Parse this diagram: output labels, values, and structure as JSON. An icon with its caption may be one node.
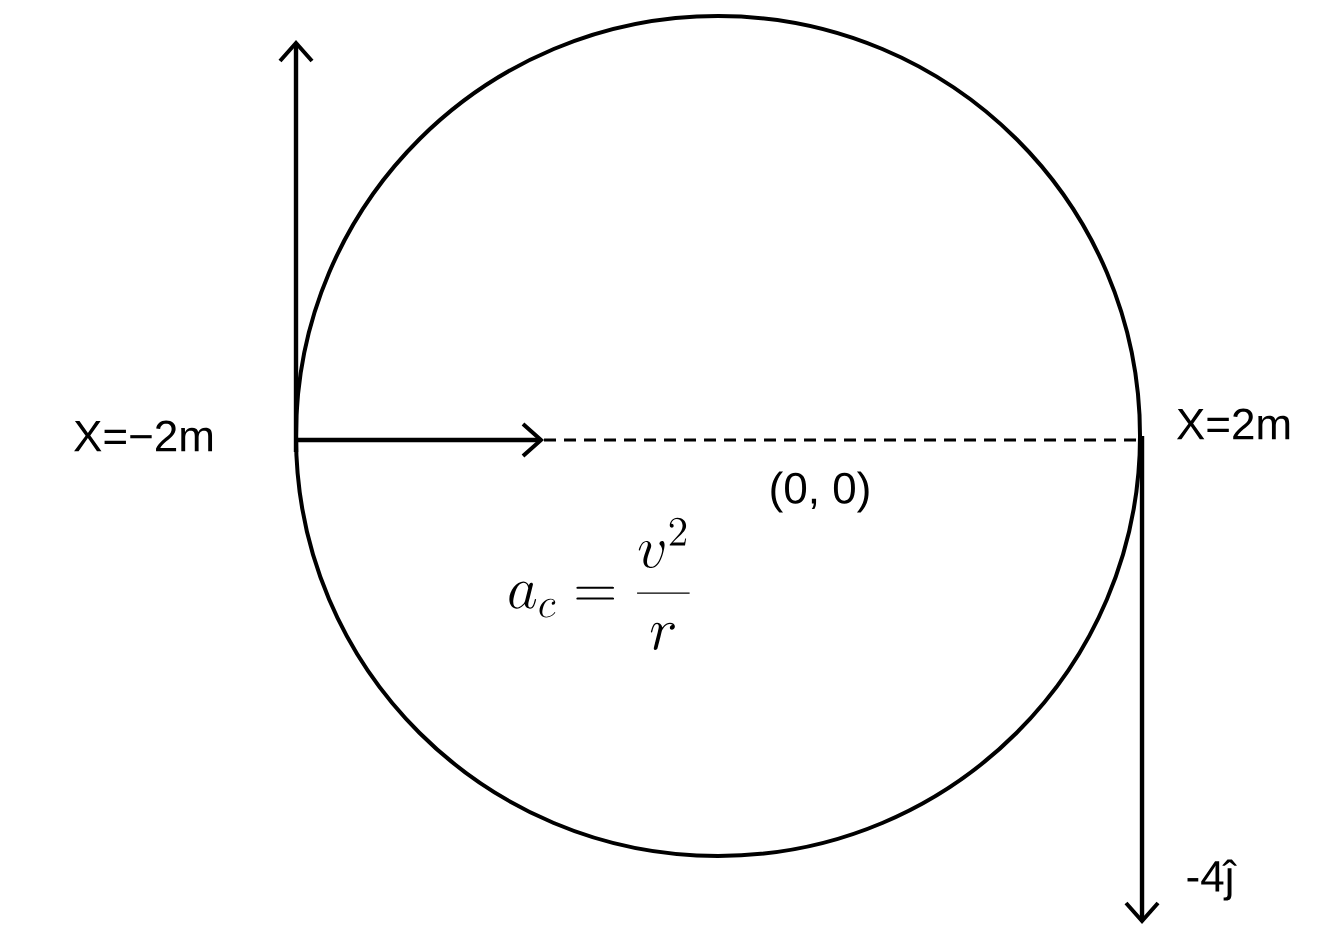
{
  "diagram": {
    "labels": [
      "X=−2m",
      "X=2m",
      "(0, 0)",
      "a_c = \\frac{v^2}{r}",
      "-4ĵ"
    ]
  }
}
